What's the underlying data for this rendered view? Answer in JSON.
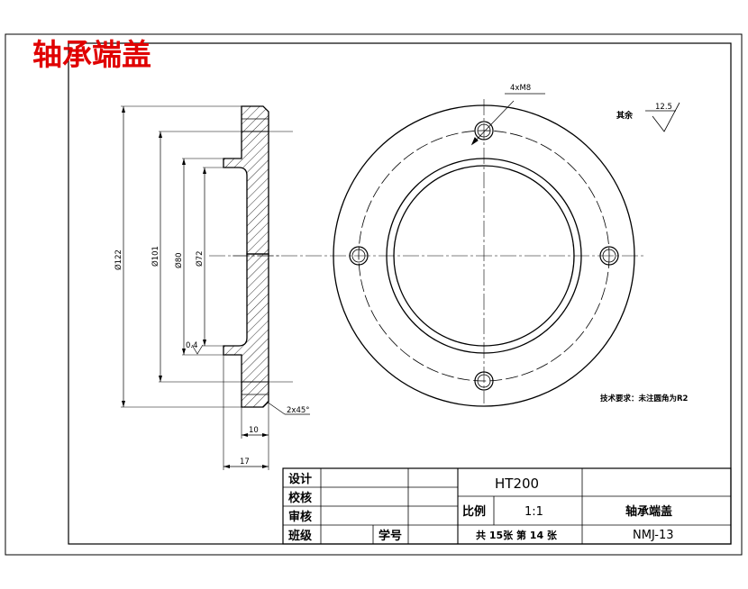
{
  "title": "轴承端盖",
  "section_view": {
    "dims": {
      "d122": "Ø122",
      "d101": "Ø101",
      "d80": "Ø80",
      "d72": "Ø72",
      "chamfer": "2x45°",
      "w10": "10",
      "w17": "17",
      "small": "0.4"
    }
  },
  "front_view": {
    "hole_callout": "4xM8"
  },
  "roughness": {
    "label": "其余",
    "value": "12.5"
  },
  "tech_requirement": "技术要求：未注圆角为R2",
  "title_block": {
    "design": "设计",
    "check": "校核",
    "review": "审核",
    "class": "班级",
    "student_no": "学号",
    "material": "HT200",
    "scale_label": "比例",
    "scale_value": "1:1",
    "part_name": "轴承端盖",
    "sheets": "共 15张 第 14 张",
    "drawing_no": "NMJ-13"
  }
}
